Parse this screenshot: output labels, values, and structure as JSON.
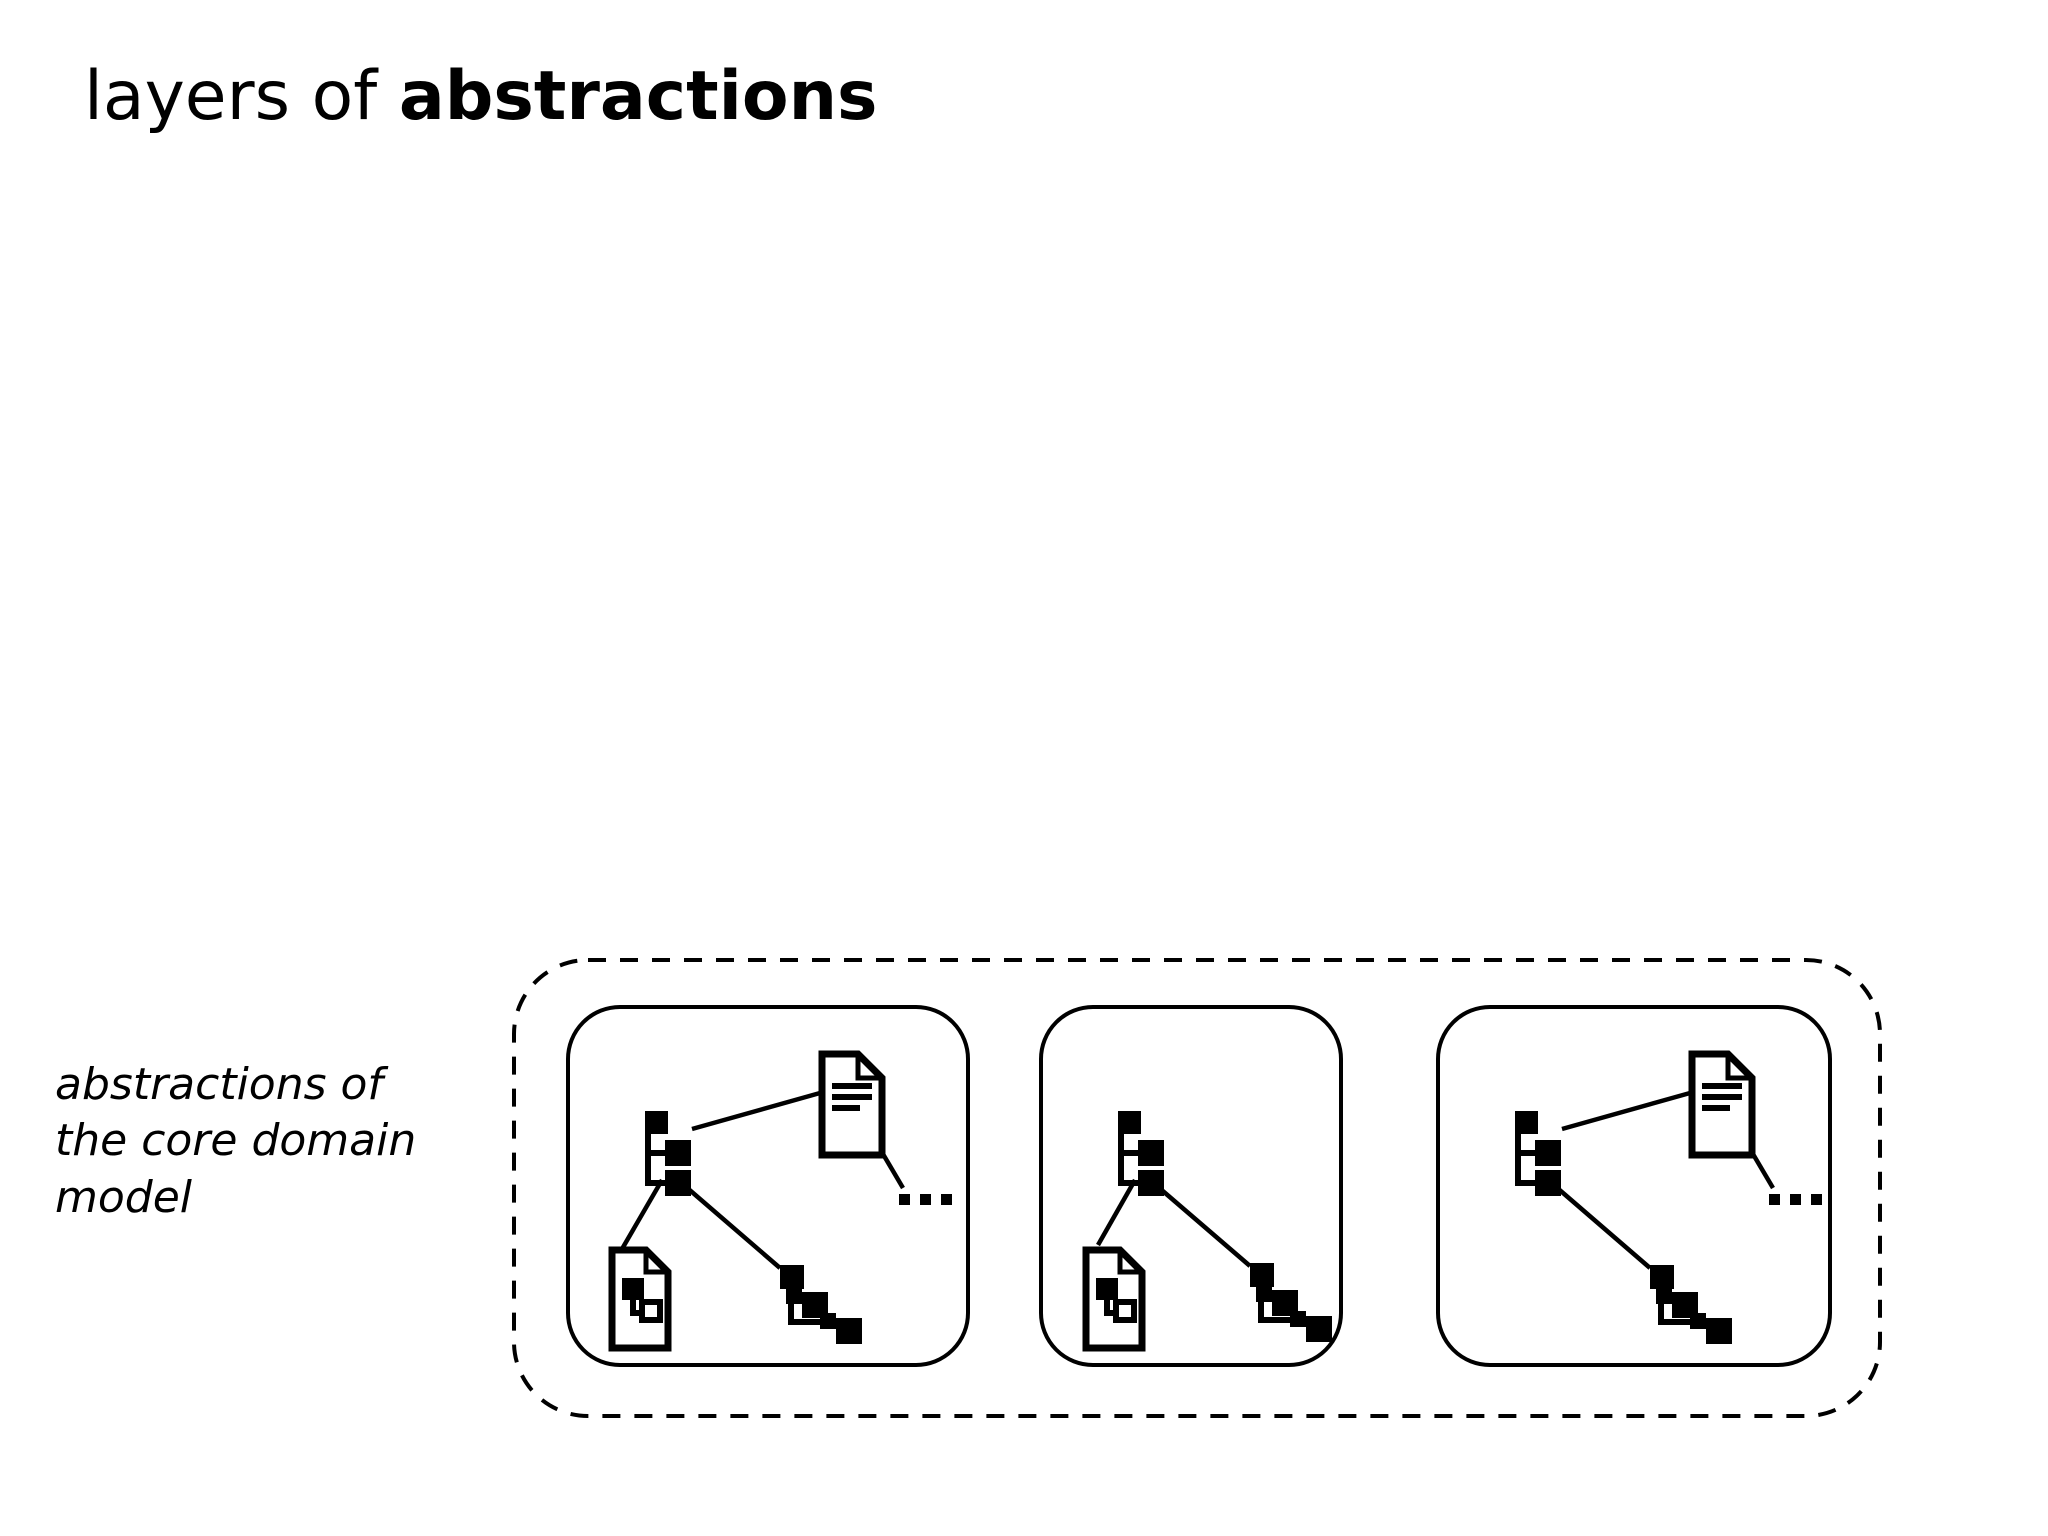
{
  "slide": {
    "title_light": "layers of ",
    "title_strong": "abstractions",
    "background_color": "#ffffff",
    "stroke_color": "#000000"
  },
  "layer": {
    "caption_line_1": "abstractions of",
    "caption_line_2": "the core domain",
    "caption_line_3": "model",
    "caption_full": "abstractions of the core domain model",
    "container_style": "dashed-rounded",
    "container_label": "abstractions layer group"
  },
  "cards": [
    {
      "id": "card-1",
      "name": "abstraction-card-1",
      "border_style": "solid-rounded",
      "elements": [
        {
          "kind": "tree-node-cluster-icon",
          "name": "tree-cluster-icon"
        },
        {
          "kind": "text-document-icon",
          "name": "text-document-icon",
          "lines": 3
        },
        {
          "kind": "diagram-document-icon",
          "name": "diagram-document-icon"
        },
        {
          "kind": "staircase-node-cluster-icon",
          "name": "staircase-cluster-icon"
        },
        {
          "kind": "ellipsis",
          "name": "ellipsis-dots",
          "glyph": "..."
        }
      ],
      "connector_count": 4
    },
    {
      "id": "card-2",
      "name": "abstraction-card-2",
      "border_style": "solid-rounded",
      "elements": [
        {
          "kind": "tree-node-cluster-icon",
          "name": "tree-cluster-icon"
        },
        {
          "kind": "diagram-document-icon",
          "name": "diagram-document-icon"
        },
        {
          "kind": "staircase-node-cluster-icon",
          "name": "staircase-cluster-icon"
        }
      ],
      "connector_count": 2
    },
    {
      "id": "card-3",
      "name": "abstraction-card-3",
      "border_style": "solid-rounded",
      "elements": [
        {
          "kind": "tree-node-cluster-icon",
          "name": "tree-cluster-icon"
        },
        {
          "kind": "text-document-icon",
          "name": "text-document-icon",
          "lines": 3
        },
        {
          "kind": "staircase-node-cluster-icon",
          "name": "staircase-cluster-icon"
        },
        {
          "kind": "ellipsis",
          "name": "ellipsis-dots",
          "glyph": "..."
        }
      ],
      "connector_count": 3
    }
  ]
}
